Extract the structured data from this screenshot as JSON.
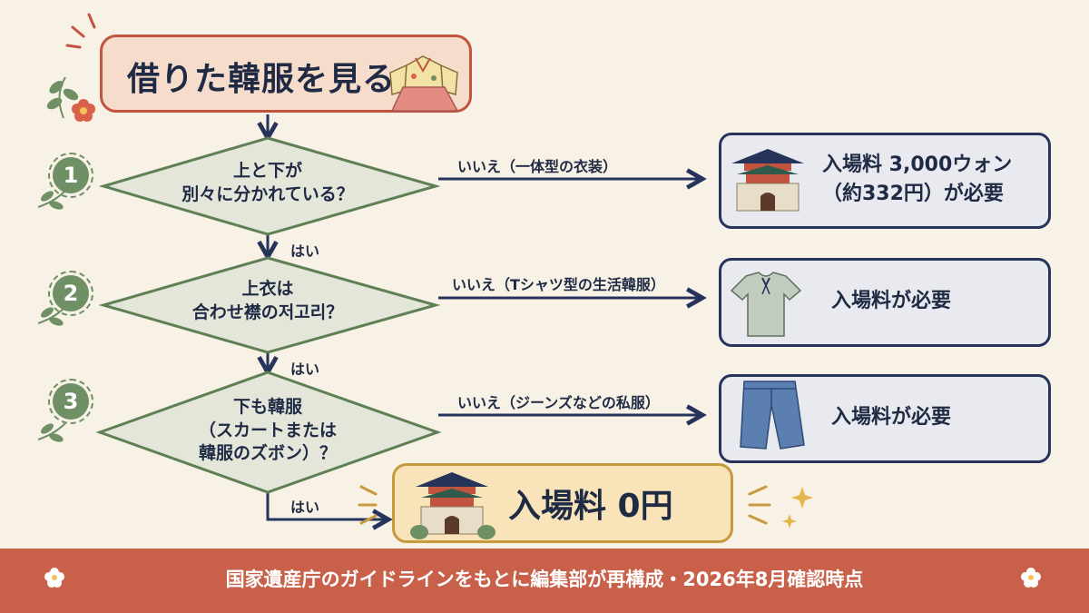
{
  "title": "借りた韓服を見る",
  "questions": [
    {
      "number": "1",
      "lines": [
        "上と下が",
        "別々に分かれている？"
      ]
    },
    {
      "number": "2",
      "lines": [
        "上衣は",
        "合わせ襟の저고리？"
      ]
    },
    {
      "number": "3",
      "lines": [
        "下も韓服",
        "（スカートまたは",
        "韓服のズボン）？"
      ]
    }
  ],
  "yes_label": "はい",
  "no_labels": [
    "いいえ（一体型の衣装）",
    "いいえ（Tシャツ型の生活韓服）",
    "いいえ（ジーンズなどの私服）"
  ],
  "fee_results": [
    {
      "lines": [
        "入場料 3,000ウォン",
        "（約332円）が必要"
      ],
      "icon": "palace-icon"
    },
    {
      "lines": [
        "入場料が必要"
      ],
      "icon": "tshirt-icon"
    },
    {
      "lines": [
        "入場料が必要"
      ],
      "icon": "jeans-icon"
    }
  ],
  "free_result": "入場料 0円",
  "footer": "国家遺産庁のガイドラインをもとに編集部が再構成・2026年8月確認時点",
  "colors": {
    "background": "#f7f1e6",
    "title_border": "#c2543f",
    "step_green": "#6f8f64",
    "diamond_fill": "#e3e6d8",
    "navy": "#26345c",
    "free_border": "#c79a3f",
    "footer": "#c9604a"
  }
}
